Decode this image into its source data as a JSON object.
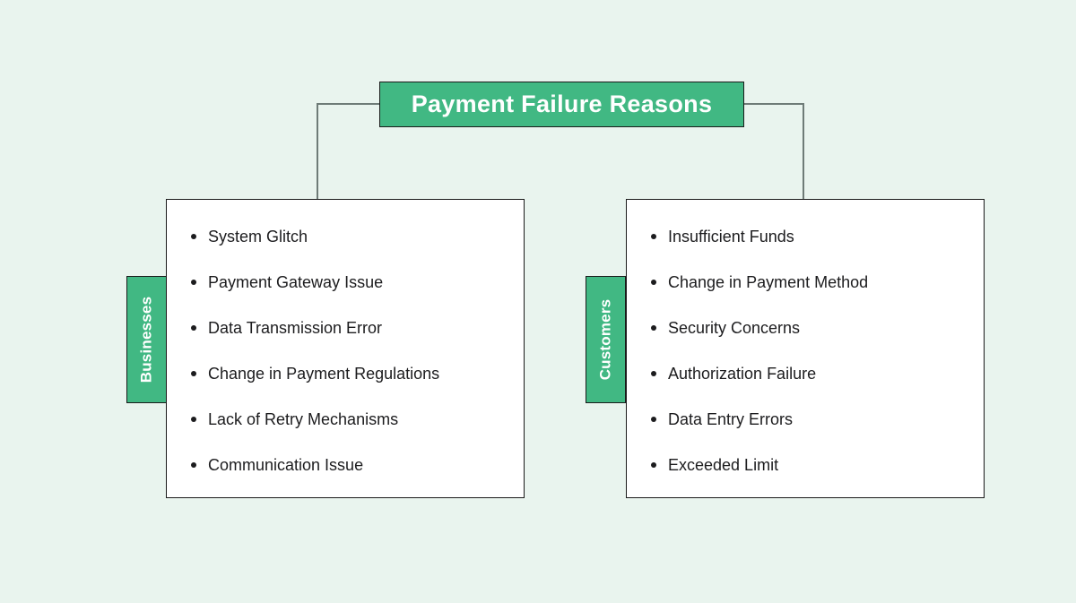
{
  "page": {
    "background_color": "#e9f4ee",
    "accent_color": "#41b883",
    "border_color": "#1a1a1a",
    "connector_color": "#6e7b77",
    "text_color": "#1c1c1e"
  },
  "title": "Payment Failure Reasons",
  "groups": [
    {
      "label": "Businesses",
      "items": [
        "System Glitch",
        "Payment Gateway Issue",
        "Data Transmission Error",
        "Change in Payment Regulations",
        "Lack of Retry Mechanisms",
        "Communication Issue"
      ]
    },
    {
      "label": "Customers",
      "items": [
        "Insufficient Funds",
        "Change in Payment Method",
        "Security Concerns",
        "Authorization Failure",
        "Data Entry Errors",
        "Exceeded Limit"
      ]
    }
  ]
}
